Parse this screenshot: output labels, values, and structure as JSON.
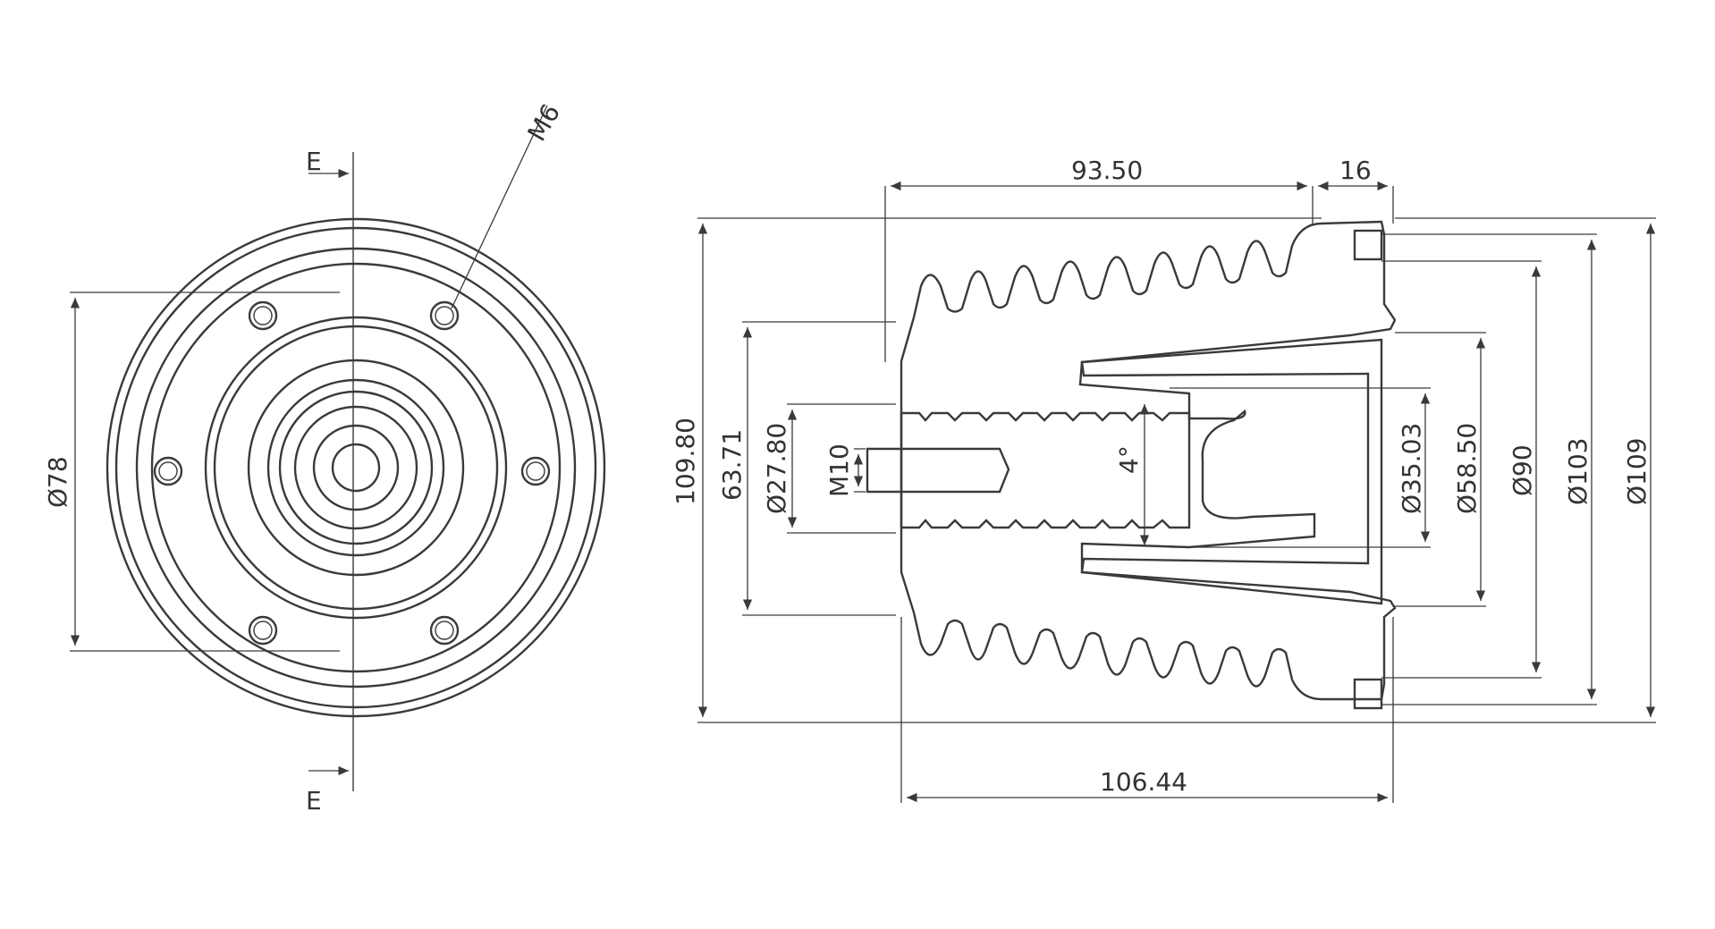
{
  "front_view": {
    "section_marks": [
      "E",
      "E"
    ],
    "callouts": {
      "thread": "M6"
    },
    "dims": {
      "bolt_circle": "Ø78"
    }
  },
  "section_view": {
    "dims_horizontal": {
      "top_length": "93.50",
      "top_flange": "16",
      "bottom_length": "106.44"
    },
    "dims_vertical_left": {
      "overall_height": "109.80",
      "body_dia": "63.71",
      "bore_dia": "Ø27.80",
      "thread": "M10"
    },
    "taper_angle": "4°",
    "dims_vertical_right": {
      "d1": "Ø35.03",
      "d2": "Ø58.50",
      "d3": "Ø90",
      "d4": "Ø103",
      "d5": "Ø109"
    }
  },
  "colors": {
    "line": "#3a3a3a",
    "text": "#333333",
    "background": "#ffffff"
  }
}
